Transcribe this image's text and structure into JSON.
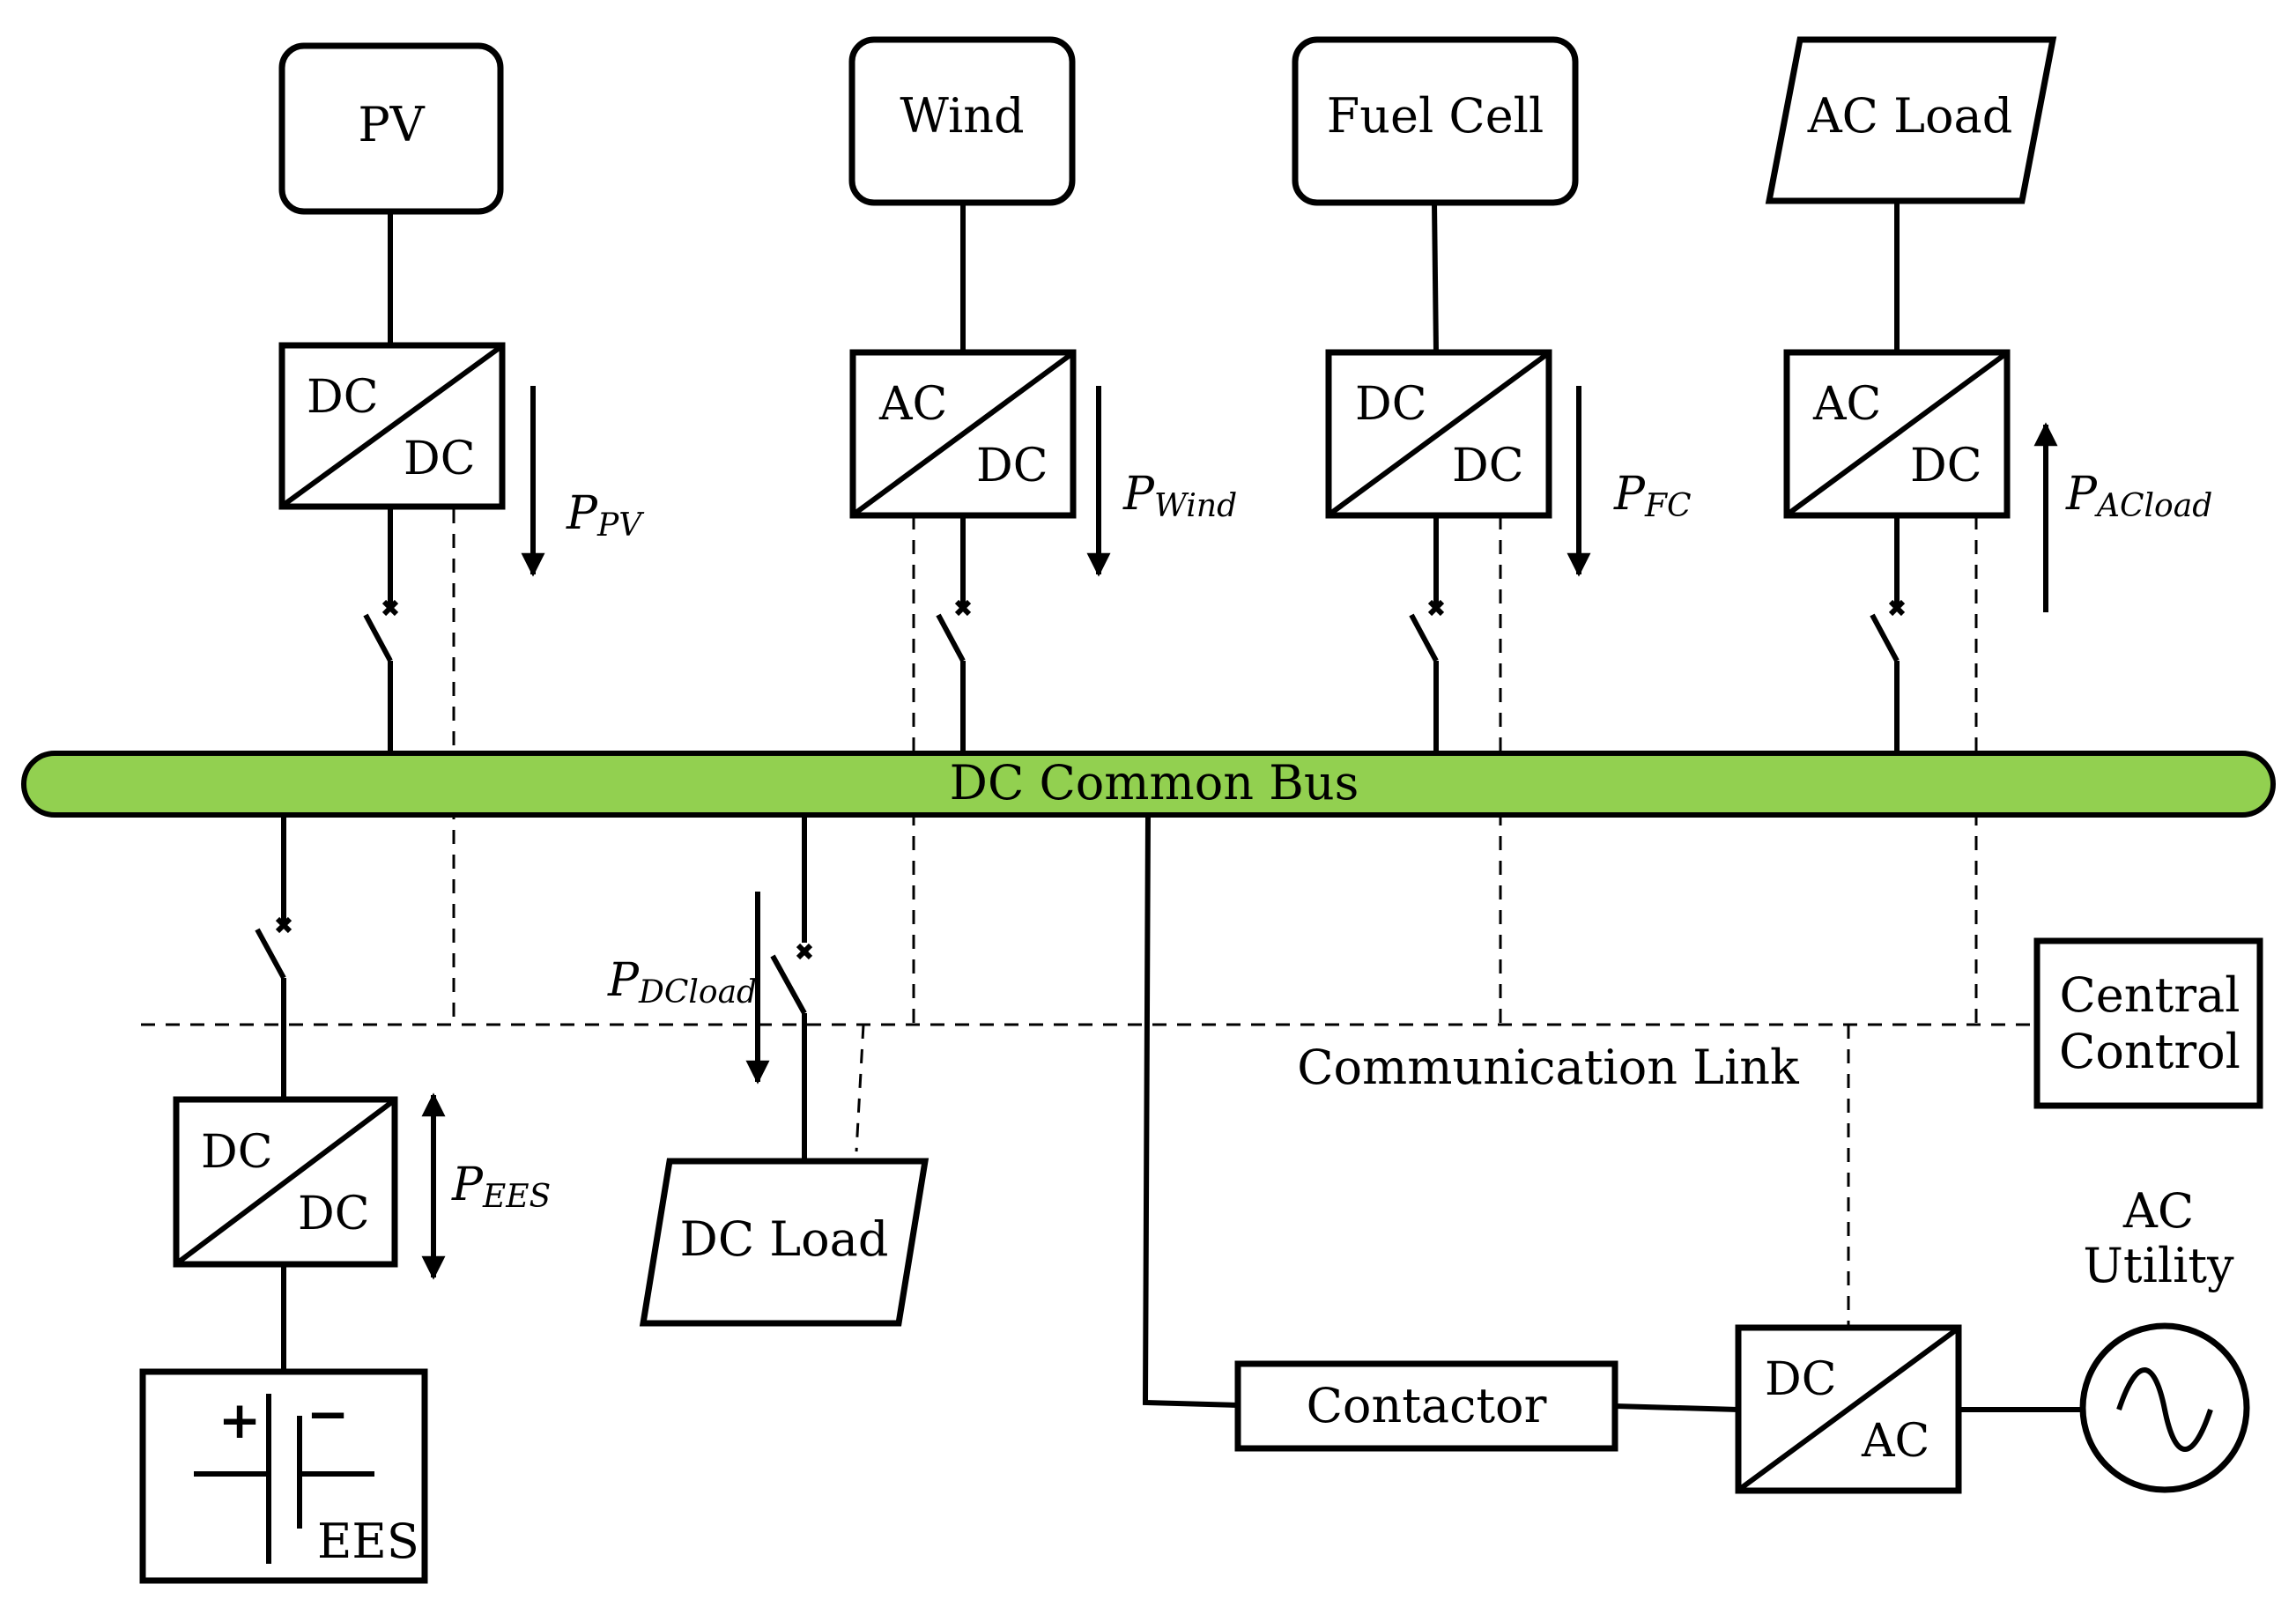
{
  "sources": {
    "pv": "PV",
    "wind": "Wind",
    "fuel_cell": "Fuel Cell",
    "ac_load": "AC Load"
  },
  "converters": {
    "pv": {
      "in": "DC",
      "out": "DC"
    },
    "wind": {
      "in": "AC",
      "out": "DC"
    },
    "fuel_cell": {
      "in": "DC",
      "out": "DC"
    },
    "ac_load": {
      "in": "AC",
      "out": "DC"
    },
    "ees": {
      "in": "DC",
      "out": "DC"
    },
    "utility": {
      "in": "DC",
      "out": "AC"
    }
  },
  "power_flows": {
    "pv": {
      "symbol": "P",
      "sub": "PV",
      "direction": "down"
    },
    "wind": {
      "symbol": "P",
      "sub": "Wind",
      "direction": "down"
    },
    "fc": {
      "symbol": "P",
      "sub": "FC",
      "direction": "down"
    },
    "acload": {
      "symbol": "P",
      "sub": "ACload",
      "direction": "up"
    },
    "dcload": {
      "symbol": "P",
      "sub": "DCload",
      "direction": "down"
    },
    "ees": {
      "symbol": "P",
      "sub": "EES",
      "direction": "bidirectional"
    }
  },
  "bus": {
    "label": "DC Common Bus",
    "color": "#92d050"
  },
  "dc_load": "DC Load",
  "battery": {
    "plus": "+",
    "minus": "−",
    "label": "EES"
  },
  "contactor": "Contactor",
  "central_control": {
    "line1": "Central",
    "line2": "Control"
  },
  "communication_link": "Communication Link",
  "ac_utility": {
    "line1": "AC",
    "line2": "Utility",
    "icon": "ac-source-icon"
  }
}
